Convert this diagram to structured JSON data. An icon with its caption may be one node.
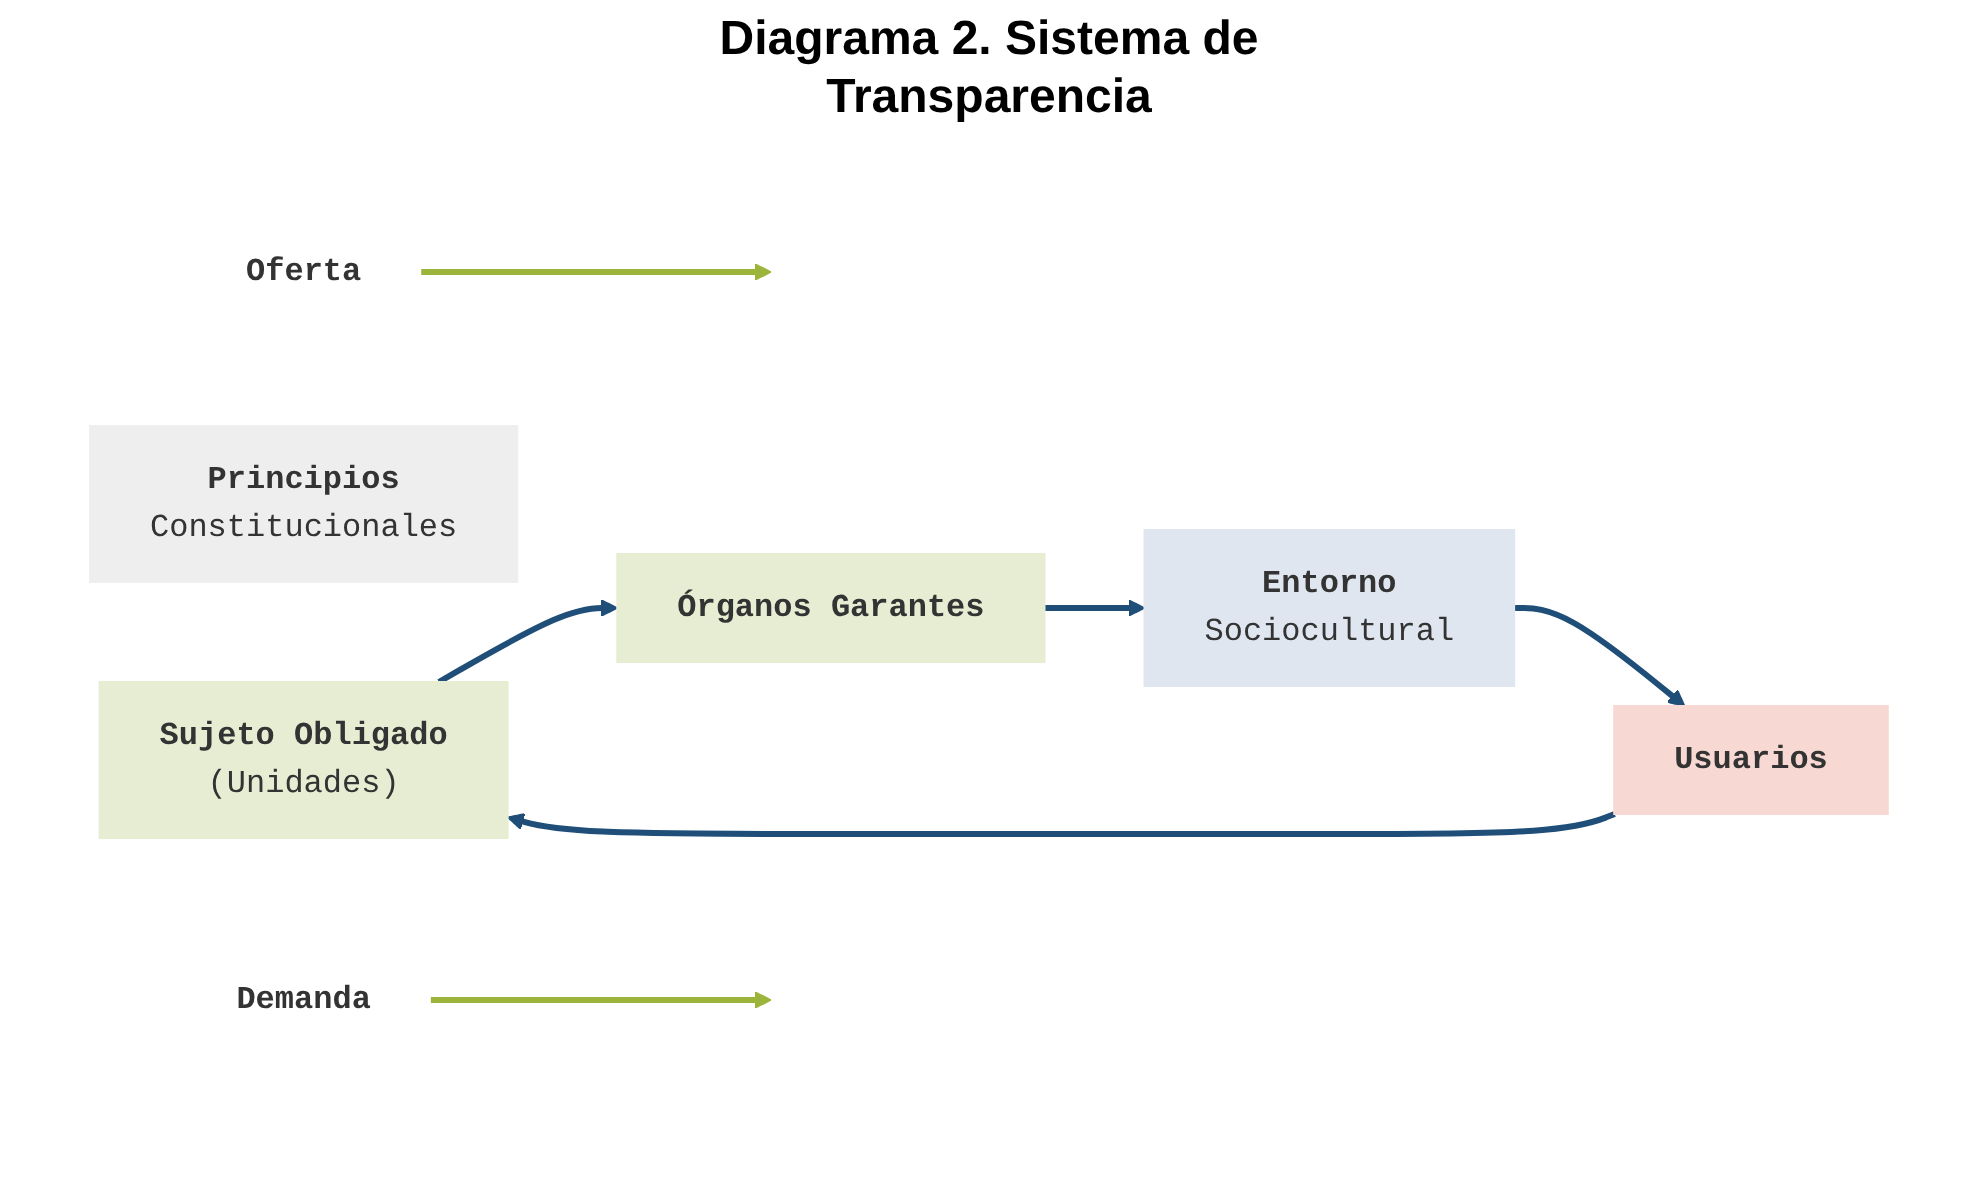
{
  "diagram": {
    "title": "Diagrama 2. Sistema de Transparencia",
    "nodes": [
      {
        "text": [
          "Sujeto Obligado",
          "(Unidades)"
        ]
      },
      {
        "text": [
          "Órganos Garantes"
        ]
      },
      {
        "text": [
          "Entorno",
          "Sociocultural"
        ]
      },
      {
        "text": [
          "Usuarios"
        ]
      },
      {
        "text": [
          "Principios",
          "Constitucionales"
        ]
      },
      {
        "text": [
          "Oferta"
        ]
      },
      {
        "text": [
          "Demanda"
        ]
      }
    ],
    "edges": [
      {
        "from": 0,
        "to": 1,
        "arrow": "to"
      },
      {
        "from": 1,
        "to": 2,
        "arrow": "to"
      },
      {
        "from": 2,
        "to": 3,
        "arrow": "to"
      },
      {
        "from": 3,
        "to": 0,
        "arrow": "to"
      },
      {
        "from": 5,
        "to": null,
        "arrow": "to",
        "color": "#9bb53c"
      },
      {
        "from": 6,
        "to": null,
        "arrow": "to",
        "color": "#9bb53c"
      }
    ]
  }
}
